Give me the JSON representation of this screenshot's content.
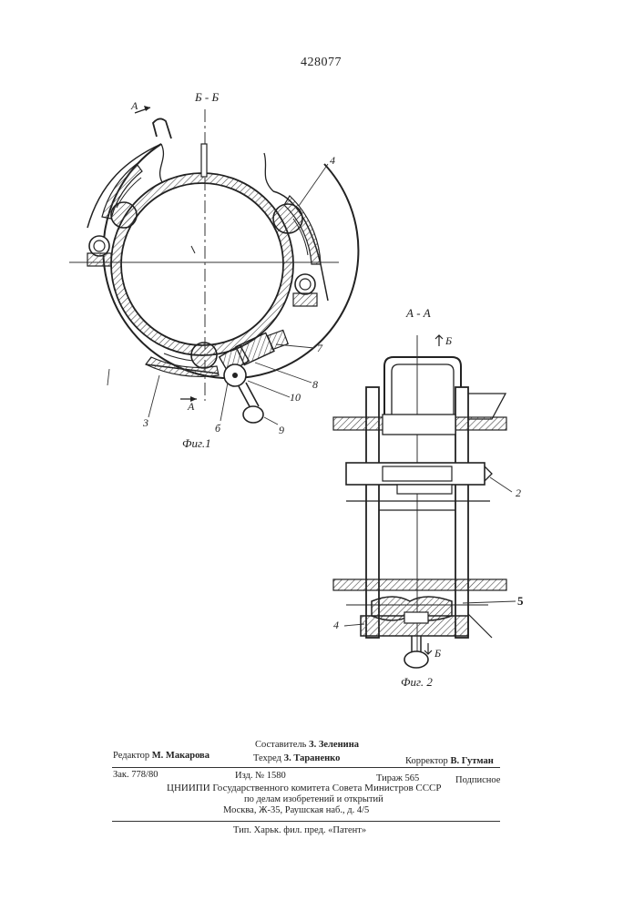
{
  "header": {
    "patent_number": "428077"
  },
  "figure1": {
    "section_label": "Б - Б",
    "section_arrow_label": "А",
    "callouts": [
      "4",
      "7",
      "8",
      "10",
      "9",
      "б",
      "3"
    ],
    "caption": "Фиг.1"
  },
  "figure2": {
    "section_label": "А - А",
    "section_arrow_label": "Б",
    "callouts": [
      "2",
      "5",
      "4"
    ],
    "caption": "Фиг. 2"
  },
  "footer": {
    "compiler_label": "Составитель",
    "compiler_name": "З. Зеленина",
    "editor_label": "Редактор",
    "editor_name": "М. Макарова",
    "techred_label": "Техред",
    "techred_name": "З. Тараненко",
    "corrector_label": "Корректор",
    "corrector_name": "В. Гутман",
    "order": "Зак. 778/80",
    "edition": "Изд. № 1580",
    "print_run": "Тираж 565",
    "subscription": "Подписное",
    "org_line1": "ЦНИИПИ Государственного комитета Совета Министров СССР",
    "org_line2": "по делам изобретений и открытий",
    "address": "Москва, Ж-35, Раушская наб., д. 4/5",
    "printer": "Тип. Харьк. фил. пред. «Патент»"
  }
}
